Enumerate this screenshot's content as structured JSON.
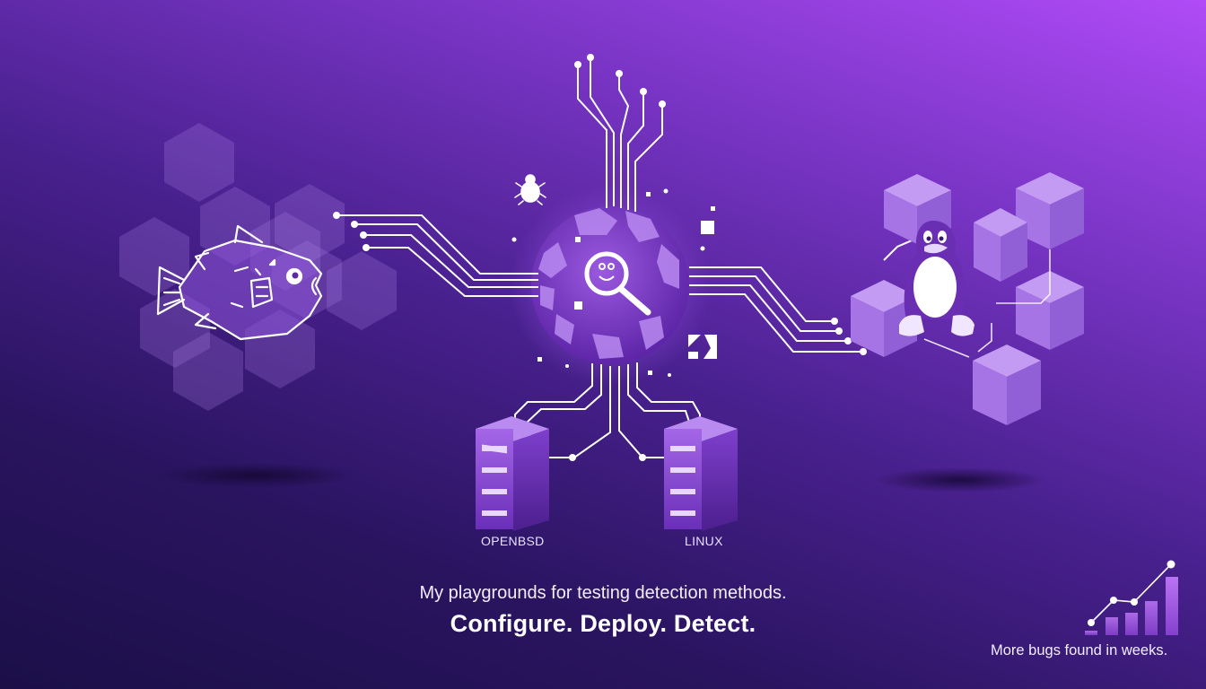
{
  "hero": {
    "tagline": "My playgrounds for testing detection methods.",
    "headline": "Configure. Deploy. Detect."
  },
  "servers": [
    {
      "label": "OPENBSD"
    },
    {
      "label": "LINUX"
    }
  ],
  "stats": {
    "caption": "More bugs found in weeks."
  },
  "icons": {
    "left": "pufferfish-icon",
    "center": "magnifier-bug-sphere-icon",
    "right": "tux-penguin-icon",
    "bug": "bug-icon",
    "chart": "growth-chart-icon"
  },
  "colors": {
    "bg_dark": "#1b0f48",
    "bg_mid": "#4a2190",
    "bg_bright": "#b04bf7",
    "accent": "#a66be8",
    "line": "#ffffff"
  }
}
